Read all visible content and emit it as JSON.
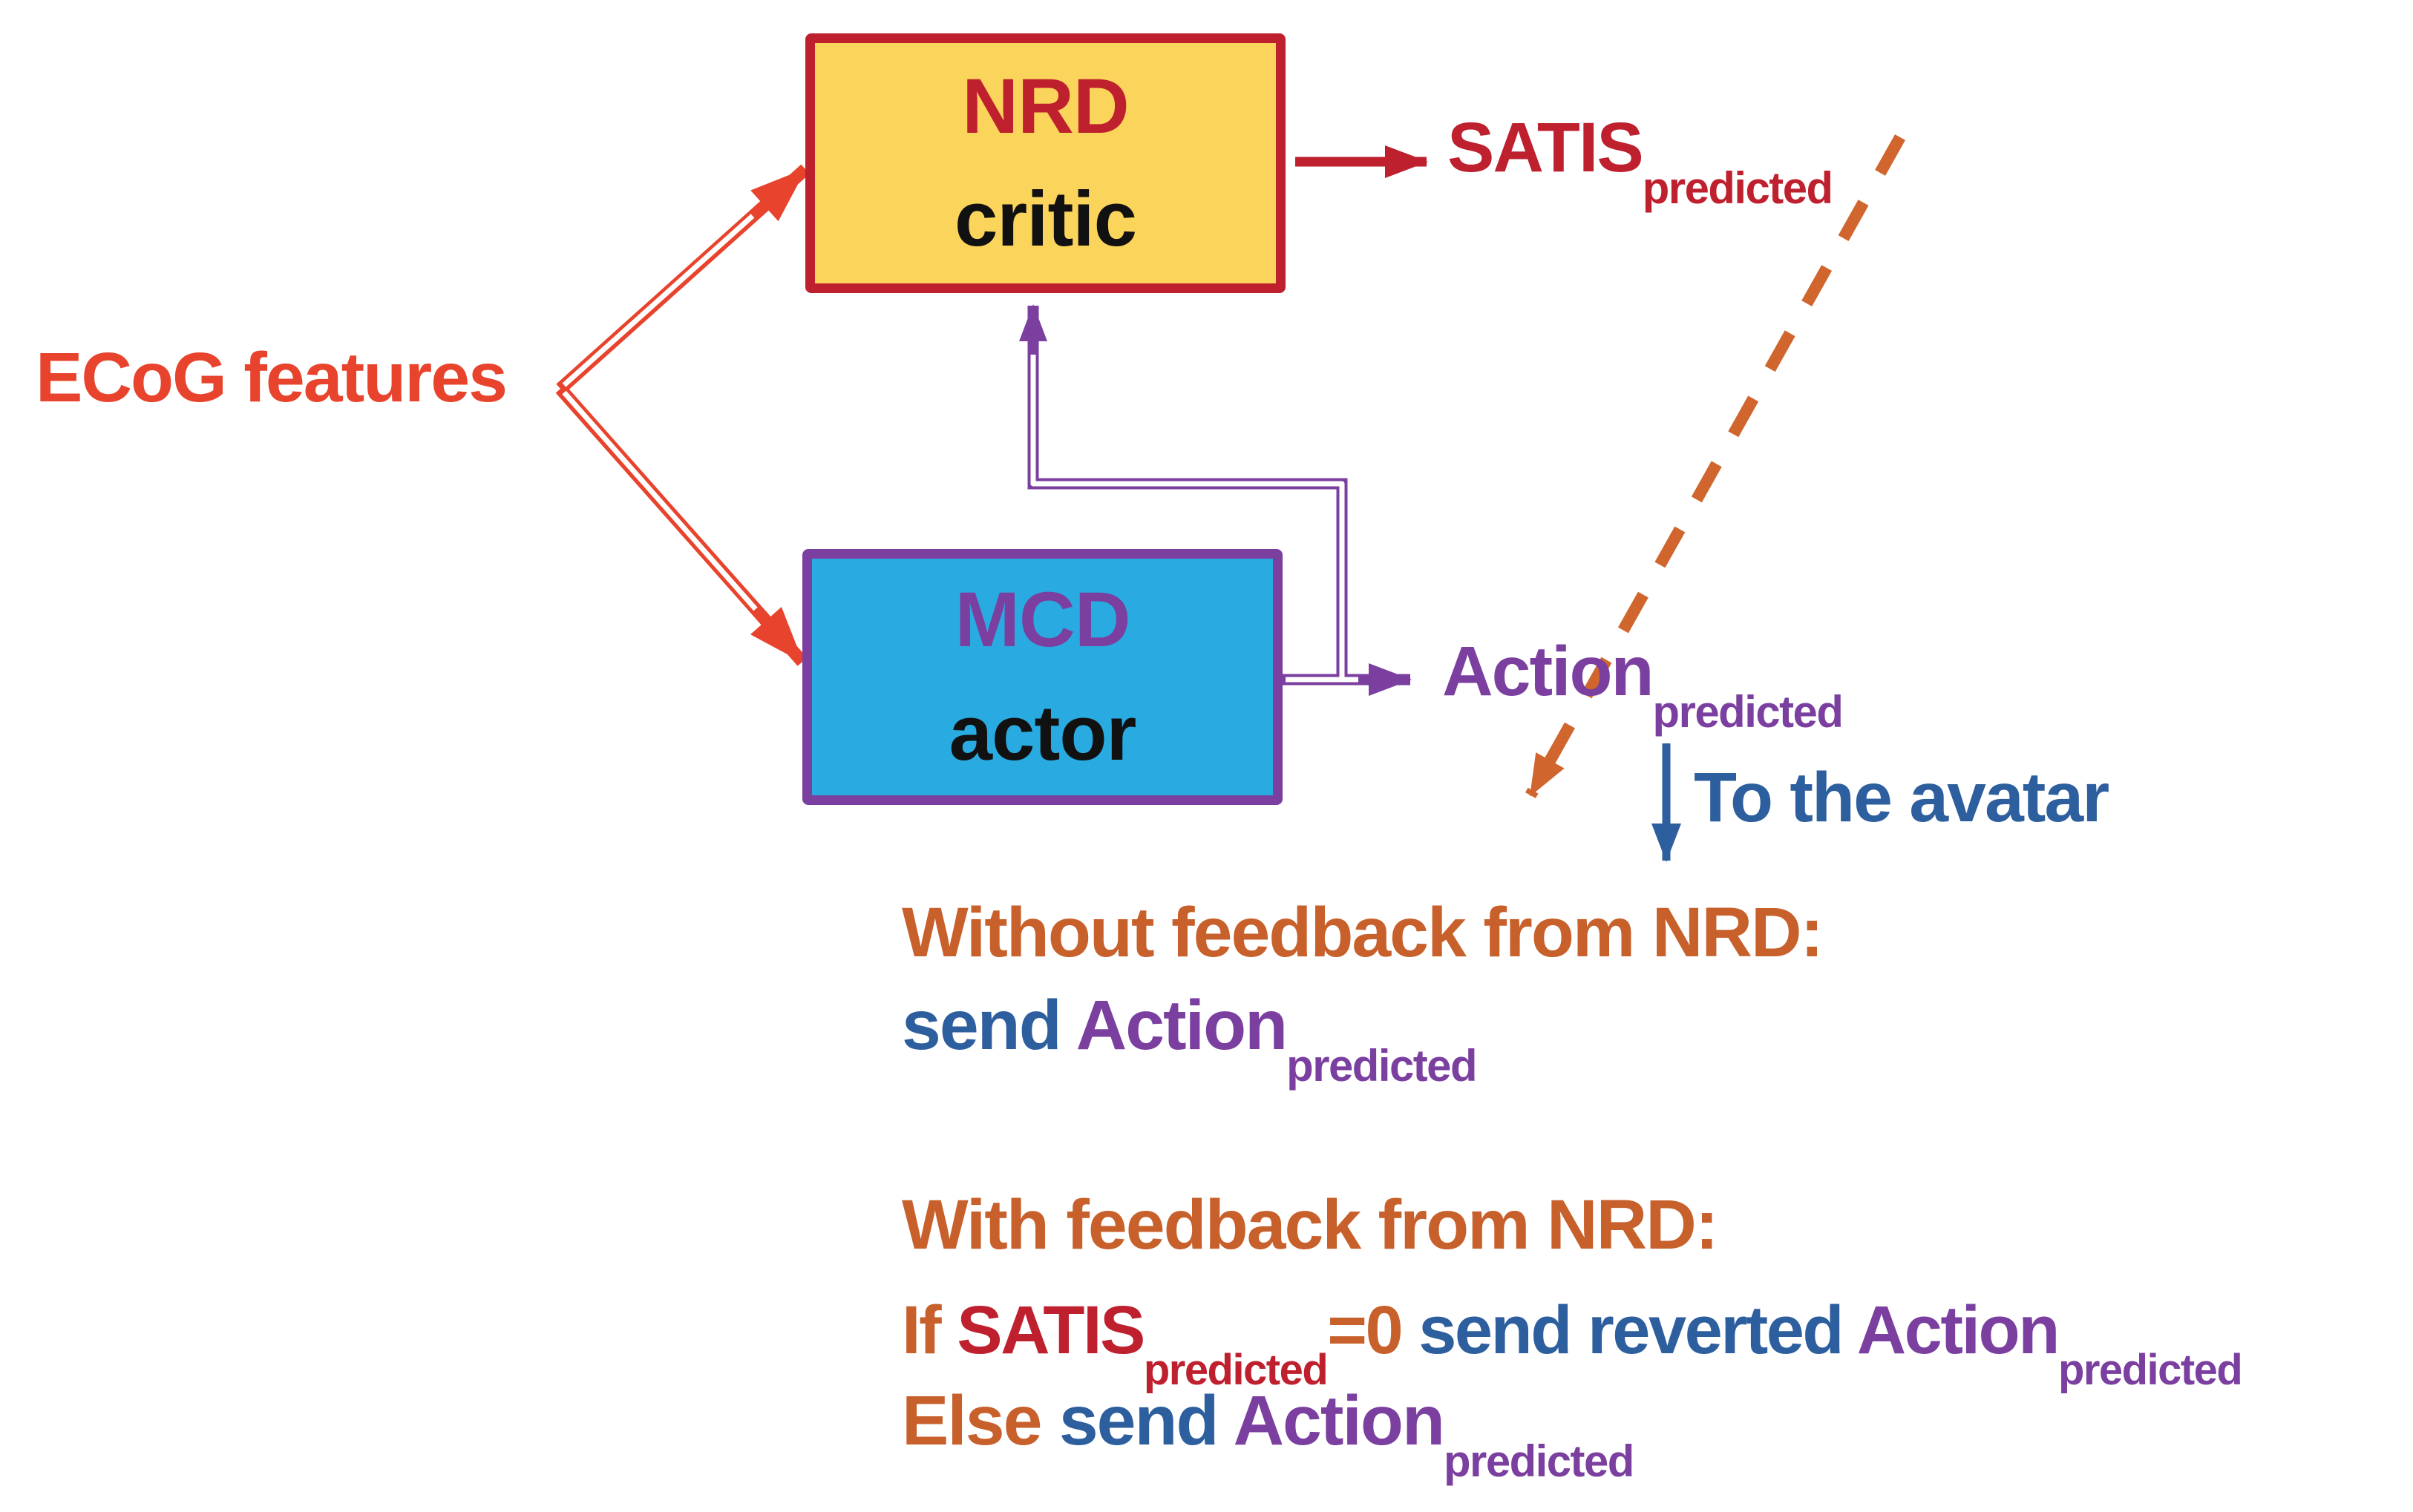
{
  "colors": {
    "red_orange": "#E8432C",
    "crimson": "#BE202E",
    "yellow_fill": "#FBD45C",
    "cyan_fill": "#29ABE2",
    "purple": "#7B3FA0",
    "blue": "#2D5F9E",
    "burnt_orange": "#C7602B",
    "dash_orange": "#D0662E",
    "ink_black": "#111111"
  },
  "ecog": {
    "label": "ECoG features"
  },
  "nrd_box": {
    "title": "NRD",
    "role": "critic"
  },
  "mcd_box": {
    "title": "MCD",
    "role": "actor"
  },
  "outputs": {
    "satis": {
      "base": "SATIS",
      "subscript": "predicted"
    },
    "action": {
      "base": "Action",
      "subscript": "predicted"
    },
    "to_avatar": "To the avatar"
  },
  "without_feedback": {
    "heading": "Without feedback from NRD:",
    "send": "send ",
    "action": "Action",
    "subscript": "predicted"
  },
  "with_feedback": {
    "heading": "With feedback from NRD:",
    "if_prefix": "If ",
    "satis": "SATIS",
    "satis_subscript": "predicted",
    "equals_zero": "=0 ",
    "send_reverted": "send reverted ",
    "action": "Action",
    "action_subscript": "predicted",
    "else_prefix": "Else ",
    "else_send": "send ",
    "else_action": "Action",
    "else_subscript": "predicted"
  }
}
